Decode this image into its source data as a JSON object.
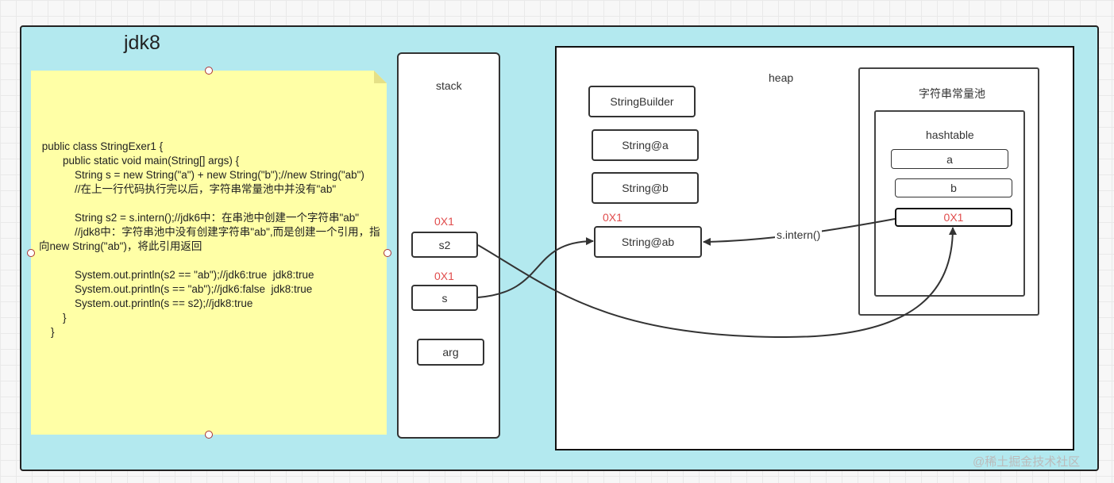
{
  "diagram": {
    "title": "jdk8",
    "code_lines": [
      " public class StringExer1 {",
      "        public static void main(String[] args) {",
      "            String s = new String(\"a\") + new String(\"b\");//new String(\"ab\")",
      "            //在上一行代码执行完以后，字符串常量池中并没有\"ab\"",
      "",
      "            String s2 = s.intern();//jdk6中：在串池中创建一个字符串\"ab\"",
      "            //jdk8中：字符串池中没有创建字符串\"ab\",而是创建一个引用，指向new String(\"ab\")，将此引用返回",
      "",
      "            System.out.println(s2 == \"ab\");//jdk6:true  jdk8:true",
      "            System.out.println(s == \"ab\");//jdk6:false  jdk8:true",
      "            System.out.println(s == s2);//jdk8:true",
      "        }",
      "    }"
    ],
    "stack": {
      "label": "stack",
      "s2": "s2",
      "s2_addr": "0X1",
      "s": "s",
      "s_addr": "0X1",
      "arg": "arg"
    },
    "heap": {
      "label": "heap",
      "string_builder": "StringBuilder",
      "string_a": "String@a",
      "string_b": "String@b",
      "string_ab": "String@ab",
      "string_ab_addr": "0X1"
    },
    "pool": {
      "label": "字符串常量池",
      "hashtable": "hashtable",
      "entry_a": "a",
      "entry_b": "b",
      "entry_ref": "0X1"
    },
    "intern_label": "s.intern()",
    "watermark": "@稀土掘金技术社区",
    "colors": {
      "outer_bg": "#b3e9ef",
      "note_bg": "#ffffa6",
      "address_red": "#e04c4c"
    }
  }
}
